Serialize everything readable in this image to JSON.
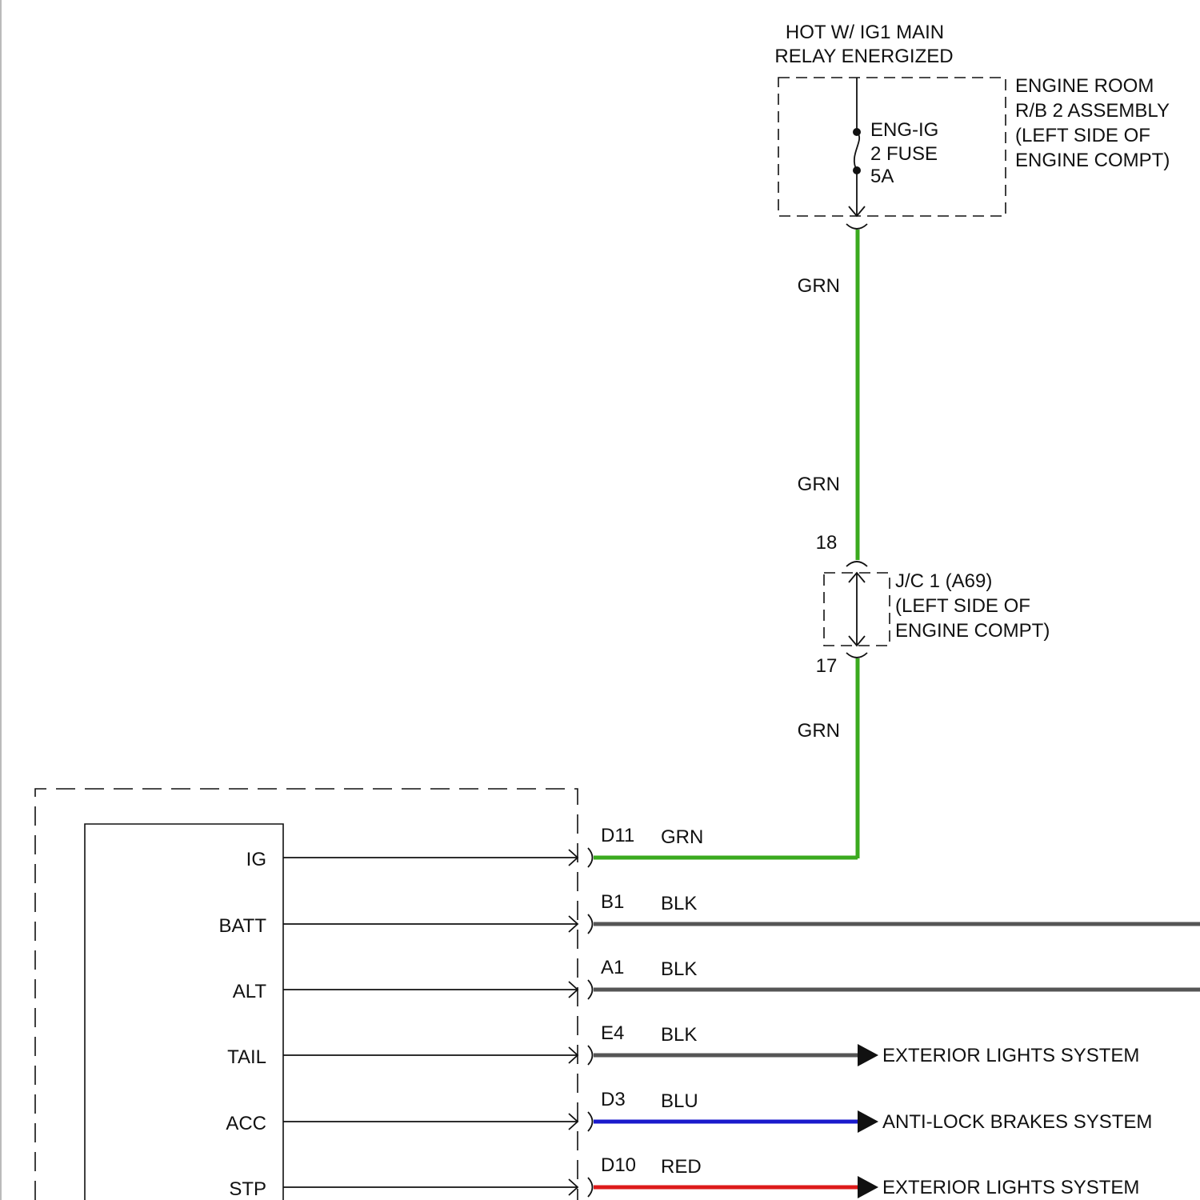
{
  "source": {
    "title_lines": [
      "HOT W/ IG1 MAIN",
      "RELAY ENERGIZED"
    ]
  },
  "relay_box": {
    "label_lines": [
      "ENGINE ROOM",
      "R/B 2 ASSEMBLY",
      "(LEFT SIDE OF",
      "ENGINE COMPT)"
    ],
    "fuse_lines": [
      "ENG-IG",
      "2 FUSE",
      "5A"
    ]
  },
  "wire_labels": {
    "upper": "GRN",
    "middle": "GRN",
    "lower": "GRN"
  },
  "junction": {
    "pin_top": "18",
    "pin_bottom": "17",
    "label_lines": [
      "J/C 1 (A69)",
      "(LEFT SIDE OF",
      "ENGINE COMPT)"
    ]
  },
  "connections": [
    {
      "terminal": "IG",
      "pin": "D11",
      "wire": "GRN",
      "color": "#3aaa1e",
      "destination": ""
    },
    {
      "terminal": "BATT",
      "pin": "B1",
      "wire": "BLK",
      "color": "#555555",
      "destination": ""
    },
    {
      "terminal": "ALT",
      "pin": "A1",
      "wire": "BLK",
      "color": "#555555",
      "destination": ""
    },
    {
      "terminal": "TAIL",
      "pin": "E4",
      "wire": "BLK",
      "color": "#555555",
      "destination": "EXTERIOR LIGHTS SYSTEM"
    },
    {
      "terminal": "ACC",
      "pin": "D3",
      "wire": "BLU",
      "color": "#1a1acc",
      "destination": "ANTI-LOCK BRAKES SYSTEM"
    },
    {
      "terminal": "STP",
      "pin": "D10",
      "wire": "RED",
      "color": "#dd1a1a",
      "destination": "EXTERIOR LIGHTS SYSTEM"
    }
  ],
  "colors": {
    "line": "#111111",
    "green_wire": "#3aaa1e"
  }
}
